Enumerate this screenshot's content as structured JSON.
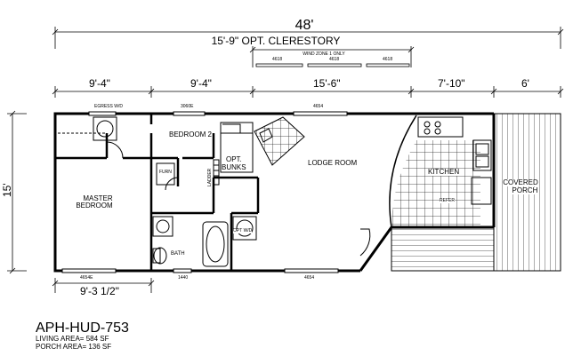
{
  "dimensions": {
    "overall_width": "48'",
    "clerestory": "15'-9\" OPT. CLERESTORY",
    "wind_zone": "WIND ZONE 1 ONLY",
    "clerestory_windows": [
      "4618",
      "4618",
      "4618"
    ],
    "segments": [
      "9'-4\"",
      "9'-4\"",
      "15'-6\"",
      "7'-10\"",
      "6'"
    ],
    "overall_depth": "15'",
    "bottom_left": "9'-3 1/2\""
  },
  "window_labels": {
    "top_left": "EGRESS W/D",
    "top_bedroom2": "3060E",
    "top_lodge": "4654",
    "bottom_master": "4654E",
    "bottom_bath": "1440",
    "bottom_lodge": "4654"
  },
  "rooms": {
    "bedroom2": "BEDROOM 2",
    "master_line1": "MASTER",
    "master_line2": "BEDROOM",
    "opt_bunks_line1": "OPT.",
    "opt_bunks_line2": "BUNKS",
    "lodge": "LODGE ROOM",
    "kitchen": "KITCHEN",
    "refer": "REFER",
    "porch_line1": "COVERED",
    "porch_line2": "PORCH",
    "bath": "BATH",
    "opt_wd": "OPT W/D",
    "furn": "FURN",
    "ladder": "LADDER"
  },
  "model": {
    "name": "APH-HUD-753",
    "living_area": "LIVING AREA= 584 SF",
    "porch_area": "PORCH AREA= 136  SF"
  }
}
